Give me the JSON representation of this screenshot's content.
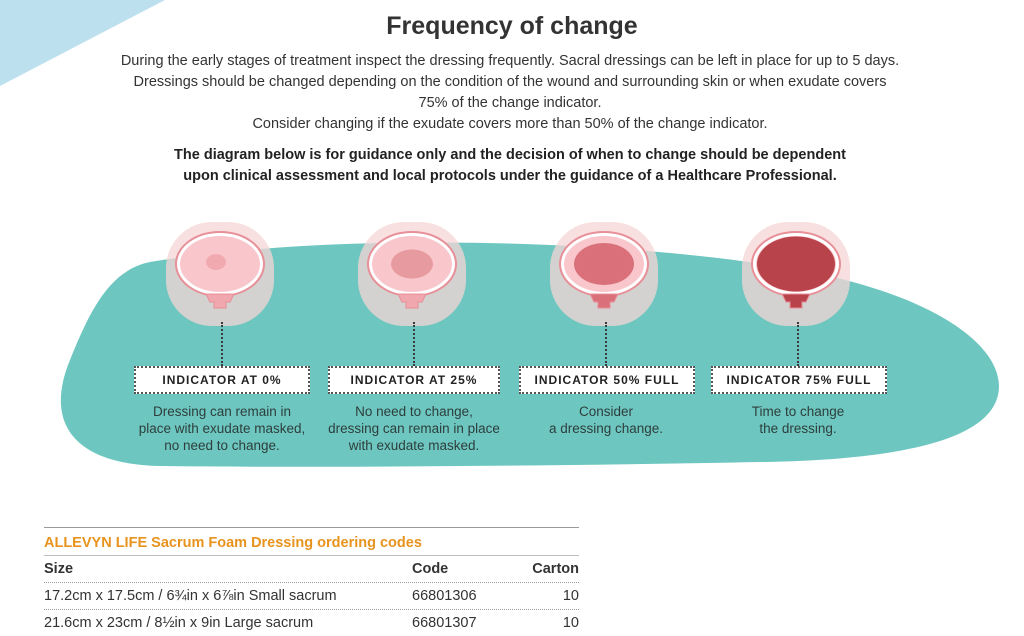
{
  "page": {
    "title": "Frequency of change",
    "intro_lines": [
      "During the early stages of treatment inspect the dressing frequently. Sacral dressings can be left in place for up to 5 days.",
      "Dressings should be changed depending on the condition of the wound and surrounding skin or when exudate covers",
      "75% of the change indicator.",
      "Consider changing if the exudate covers more than 50% of the change indicator."
    ],
    "guidance_lines": [
      "The diagram below is for guidance only and the decision of when to change should be dependent",
      "upon clinical assessment and local protocols under the guidance of a Healthcare Professional."
    ]
  },
  "colors": {
    "blob": "#6dc7c0",
    "corner": "#bde0ef",
    "accent": "#e8931e"
  },
  "indicators": [
    {
      "label": "INDICATOR AT 0%",
      "exudate_fraction": 0,
      "desc": [
        "Dressing can remain in",
        "place with exudate masked,",
        "no need to change."
      ]
    },
    {
      "label": "INDICATOR AT 25%",
      "exudate_fraction": 0.25,
      "desc": [
        "No need to change,",
        "dressing can remain in place",
        "with exudate masked."
      ]
    },
    {
      "label": "INDICATOR 50% FULL",
      "exudate_fraction": 0.5,
      "desc": [
        "Consider",
        "a dressing change."
      ]
    },
    {
      "label": "INDICATOR 75% FULL",
      "exudate_fraction": 0.75,
      "desc": [
        "Time to change",
        "the dressing."
      ]
    }
  ],
  "table": {
    "title": "ALLEVYN LIFE Sacrum Foam Dressing ordering codes",
    "headers": [
      "Size",
      "Code",
      "Carton"
    ],
    "rows": [
      [
        "17.2cm x 17.5cm / 6¾in x 6⅞in Small sacrum",
        "66801306",
        "10"
      ],
      [
        "21.6cm x 23cm / 8½in x 9in Large sacrum",
        "66801307",
        "10"
      ]
    ]
  }
}
